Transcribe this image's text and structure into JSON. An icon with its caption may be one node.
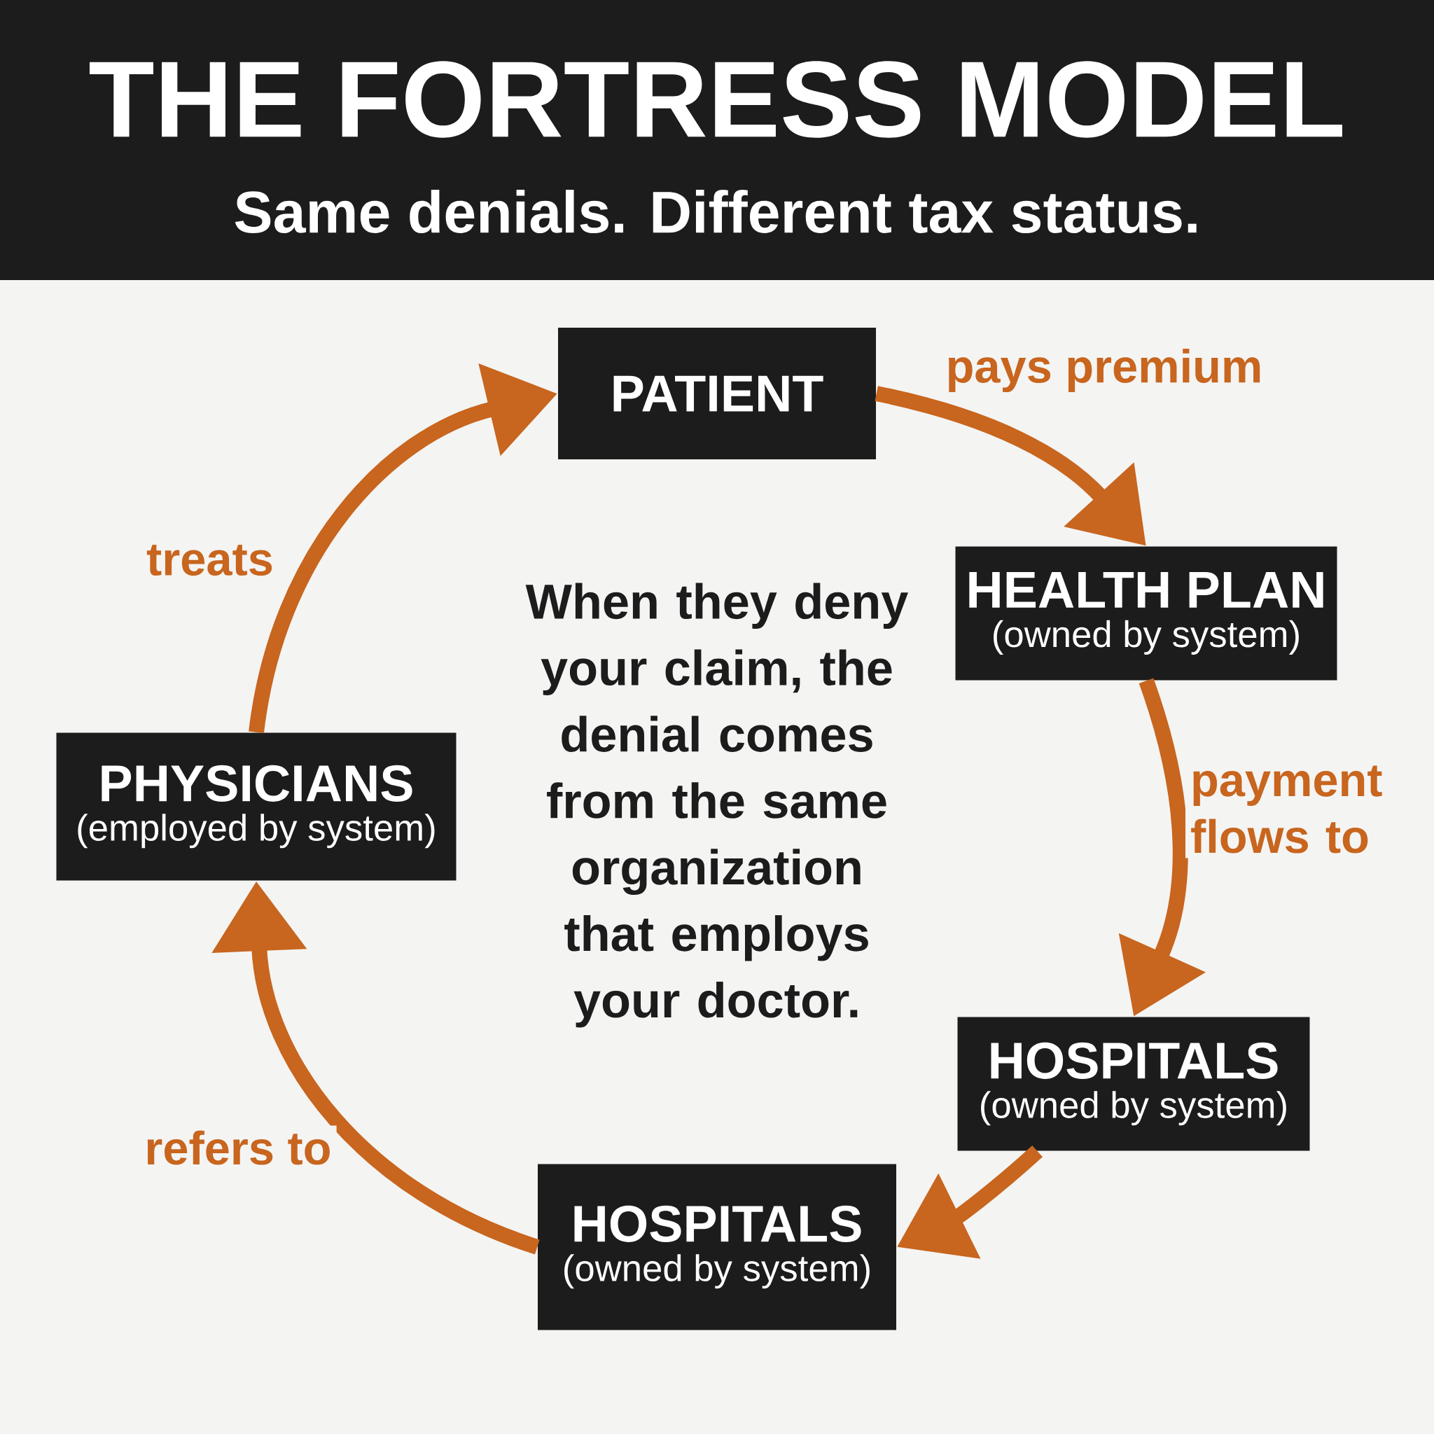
{
  "diagram": {
    "title": "THE FORTRESS MODEL",
    "caption": "Same denials. Different tax status.",
    "nodes": [
      {
        "text": [
          "PATIENT"
        ]
      },
      {
        "text": [
          "HEALTH PLAN",
          "(owned by system)"
        ]
      },
      {
        "text": [
          "HOSPITALS",
          "(owned by system)"
        ]
      },
      {
        "text": [
          "HOSPITALS",
          "(owned by system)"
        ]
      },
      {
        "text": [
          "PHYSICIANS",
          "(employed by system)"
        ]
      }
    ],
    "edges": [
      {
        "from": 0,
        "to": 1,
        "arrow": "to",
        "label": "pays premium"
      },
      {
        "from": 1,
        "to": 2,
        "arrow": "to",
        "label": "payment flows to"
      },
      {
        "from": 2,
        "to": 3,
        "arrow": "to"
      },
      {
        "from": 3,
        "to": 4,
        "arrow": "to",
        "label": "refers to"
      },
      {
        "from": 4,
        "to": 0,
        "arrow": "to",
        "label": "treats"
      }
    ],
    "labels": [
      "When they deny your claim, the denial comes from the same organization that employs your doctor."
    ]
  }
}
